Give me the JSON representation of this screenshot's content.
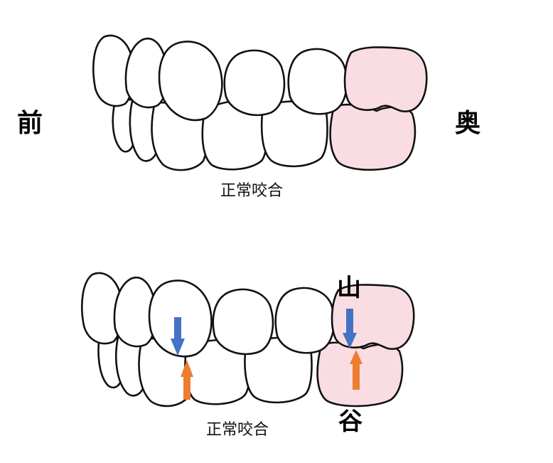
{
  "labels": {
    "front": "前",
    "back": "奥",
    "caption_top": "正常咬合",
    "caption_bottom": "正常咬合",
    "peak": "山",
    "valley": "谷"
  },
  "icons": {
    "down_arrow": "down-arrow-icon",
    "up_arrow": "up-arrow-icon"
  },
  "colors": {
    "molar_fill": "#f9dde2",
    "down_arrow": "#4472c4",
    "up_arrow": "#ed7d31",
    "outline": "#111111"
  }
}
